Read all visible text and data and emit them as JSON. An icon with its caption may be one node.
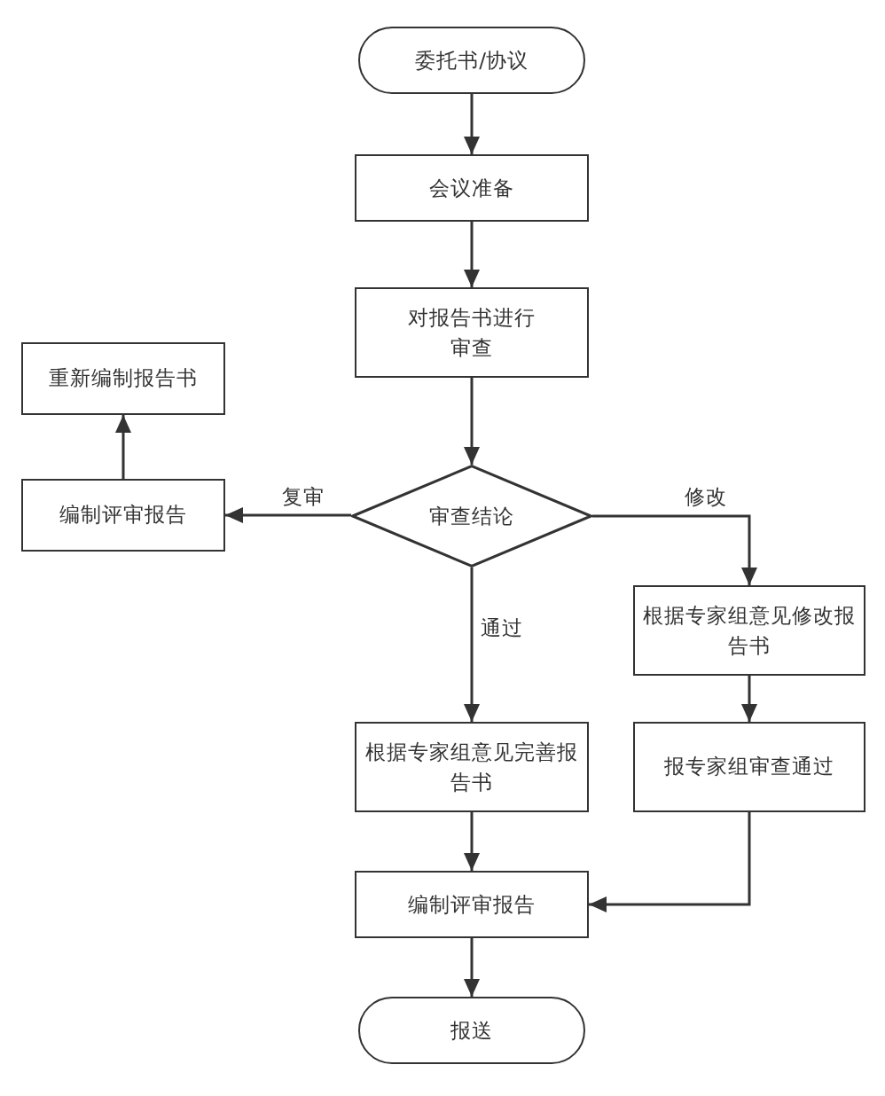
{
  "diagram": {
    "nodes": [
      {
        "text": [
          "委托书/协议"
        ]
      },
      {
        "text": [
          "会议准备"
        ]
      },
      {
        "text": [
          "对报告书进行审查"
        ]
      },
      {
        "text": [
          "重新编制报告书"
        ]
      },
      {
        "text": [
          "编制评审报告"
        ]
      },
      {
        "text": [
          "审查结论"
        ]
      },
      {
        "text": [
          "根据专家组意见修改报告书"
        ]
      },
      {
        "text": [
          "根据专家组意见完善报告书"
        ]
      },
      {
        "text": [
          "报专家组审查通过"
        ]
      },
      {
        "text": [
          "编制评审报告"
        ]
      },
      {
        "text": [
          "报送"
        ]
      }
    ],
    "edges": [
      {
        "from": 0,
        "to": 1,
        "arrow": "to"
      },
      {
        "from": 1,
        "to": 2,
        "arrow": "to"
      },
      {
        "from": 2,
        "to": 5,
        "arrow": "to"
      },
      {
        "from": 5,
        "to": 4,
        "arrow": "to",
        "label": "复审"
      },
      {
        "from": 4,
        "to": 3,
        "arrow": "to"
      },
      {
        "from": 5,
        "to": 6,
        "arrow": "to",
        "label": "修改"
      },
      {
        "from": 5,
        "to": 7,
        "arrow": "to",
        "label": "通过"
      },
      {
        "from": 6,
        "to": 8,
        "arrow": "to"
      },
      {
        "from": 7,
        "to": 9,
        "arrow": "to"
      },
      {
        "from": 8,
        "to": 9,
        "arrow": "to"
      },
      {
        "from": 9,
        "to": 10,
        "arrow": "to"
      }
    ]
  }
}
